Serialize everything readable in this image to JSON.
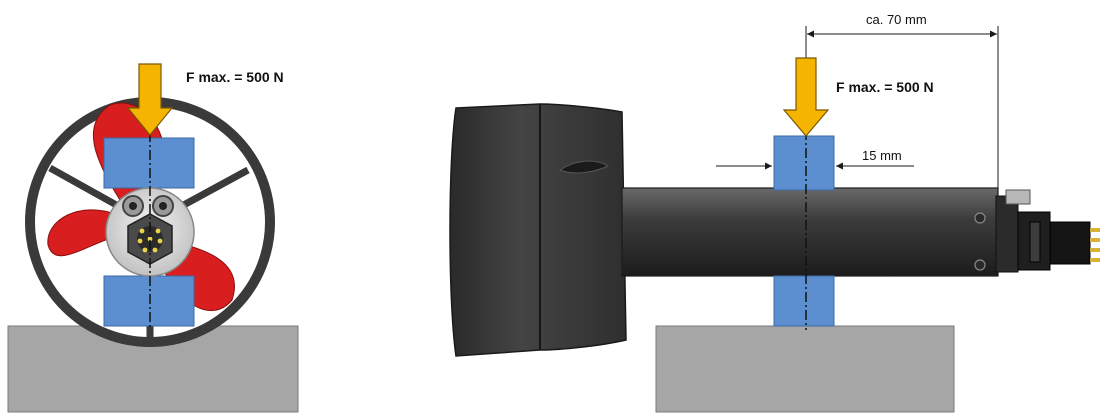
{
  "left_view": {
    "force_label": "F max. = 500 N"
  },
  "right_view": {
    "force_label": "F max. = 500 N",
    "dim_length_label": "ca. 70 mm",
    "dim_width_label": "15 mm"
  },
  "colors": {
    "arrow": "#f5b400",
    "arrow_outline": "#7a5a00",
    "block": "#5b8fd0",
    "base": "#a6a6a6",
    "propeller": "#d81e1e",
    "thruster_body": "#3a3a3a",
    "dimension_line": "#1a1a1a"
  }
}
